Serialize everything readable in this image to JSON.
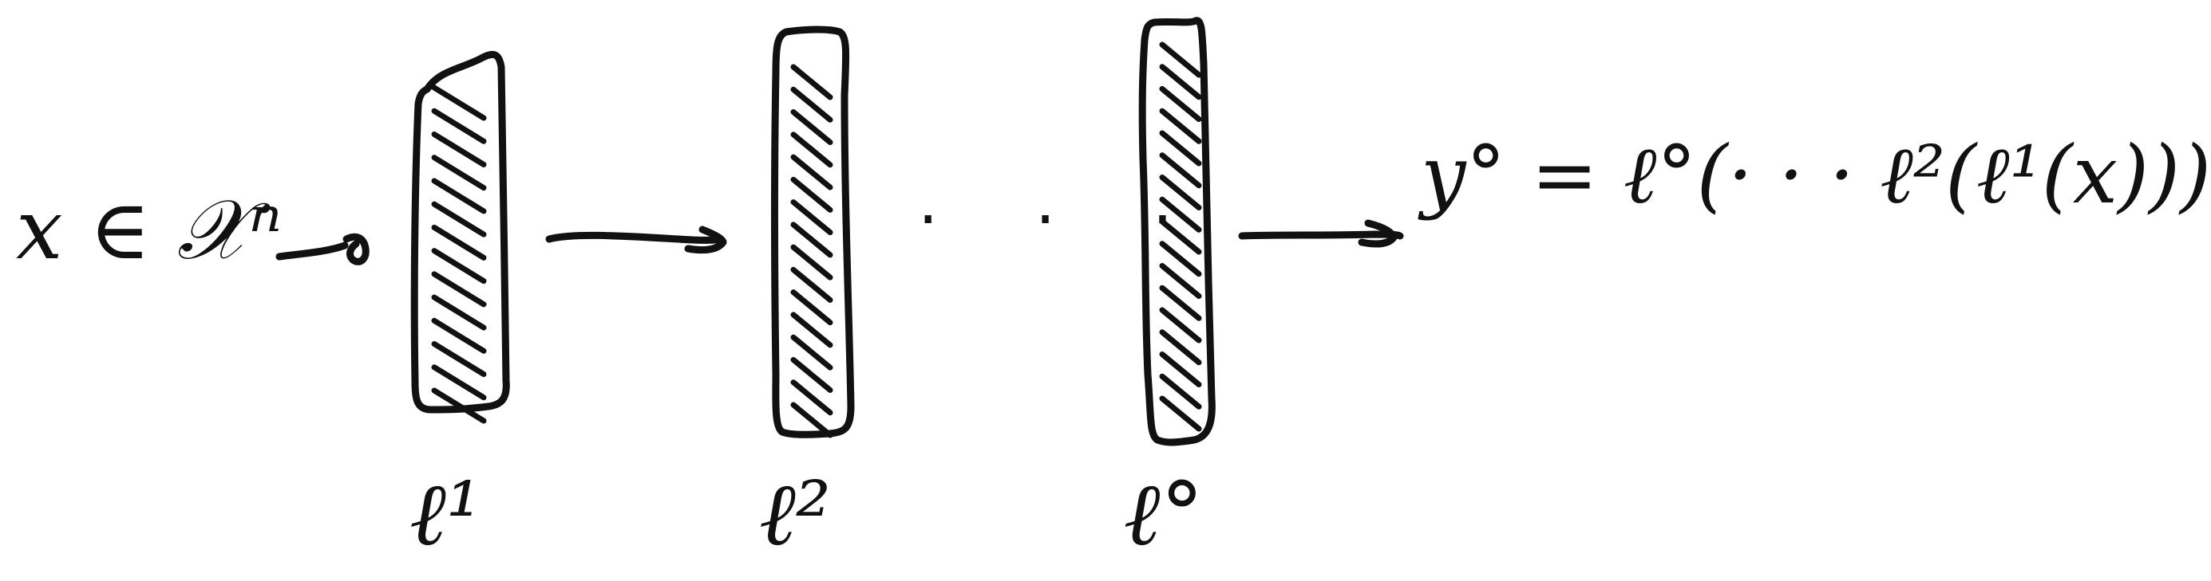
{
  "diagram": {
    "input_label": "x ∈ 𝒳ⁿ",
    "output_expr": "y° = ℓ°(· · · ℓ²(ℓ¹(x)))",
    "ellipsis": "· · ·",
    "layers": [
      {
        "label": "ℓ¹"
      },
      {
        "label": "ℓ²"
      },
      {
        "label": "ℓ°"
      }
    ]
  }
}
